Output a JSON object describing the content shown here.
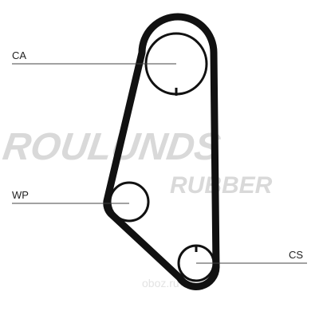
{
  "labels": {
    "ca": "CA",
    "wp": "WP",
    "cs": "CS"
  },
  "watermark": {
    "brand": "ROULUNDS",
    "sub": "RUBBER",
    "site": "oboz.ru",
    "color": "#d9d9d9"
  },
  "colors": {
    "belt": "#111111",
    "pulley": "#111111",
    "leader": "#444444"
  }
}
